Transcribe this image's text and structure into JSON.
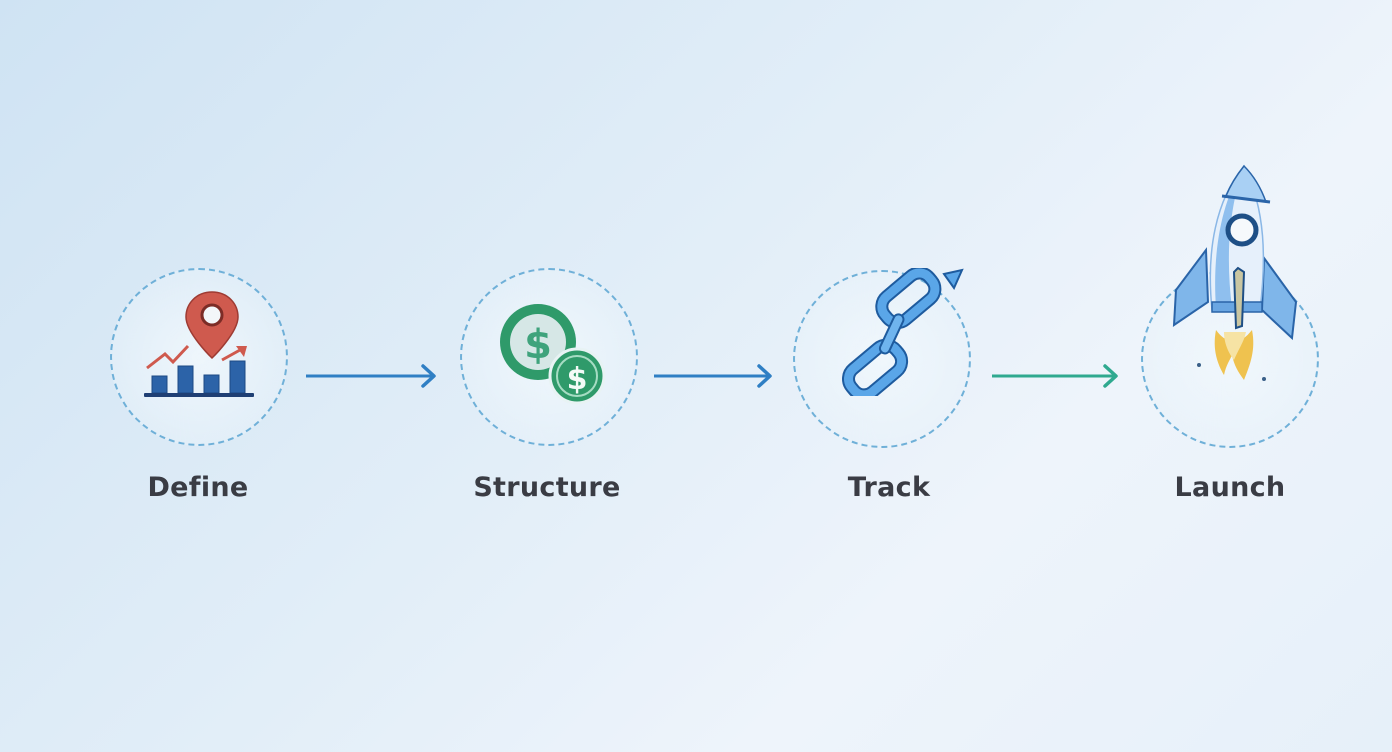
{
  "diagram": {
    "type": "process-flow",
    "steps": [
      {
        "label": "Define",
        "icon": "map-pin-bar-chart-icon"
      },
      {
        "label": "Structure",
        "icon": "dollar-coins-icon"
      },
      {
        "label": "Track",
        "icon": "chain-link-icon"
      },
      {
        "label": "Launch",
        "icon": "rocket-icon"
      }
    ],
    "connectors": [
      {
        "from": "Define",
        "to": "Structure",
        "color": "#2f7fc4"
      },
      {
        "from": "Structure",
        "to": "Track",
        "color": "#2f7fc4"
      },
      {
        "from": "Track",
        "to": "Launch",
        "color": "#2fa98f"
      }
    ],
    "colors": {
      "ring": "#6fb0d8",
      "label": "#3a3c44",
      "pin": "#cf5a4e",
      "bars": "#2c63a8",
      "coins": "#2f9a6a",
      "chain": "#4a97df",
      "rocket": "#7fb6ea",
      "flame": "#efc24f"
    }
  }
}
